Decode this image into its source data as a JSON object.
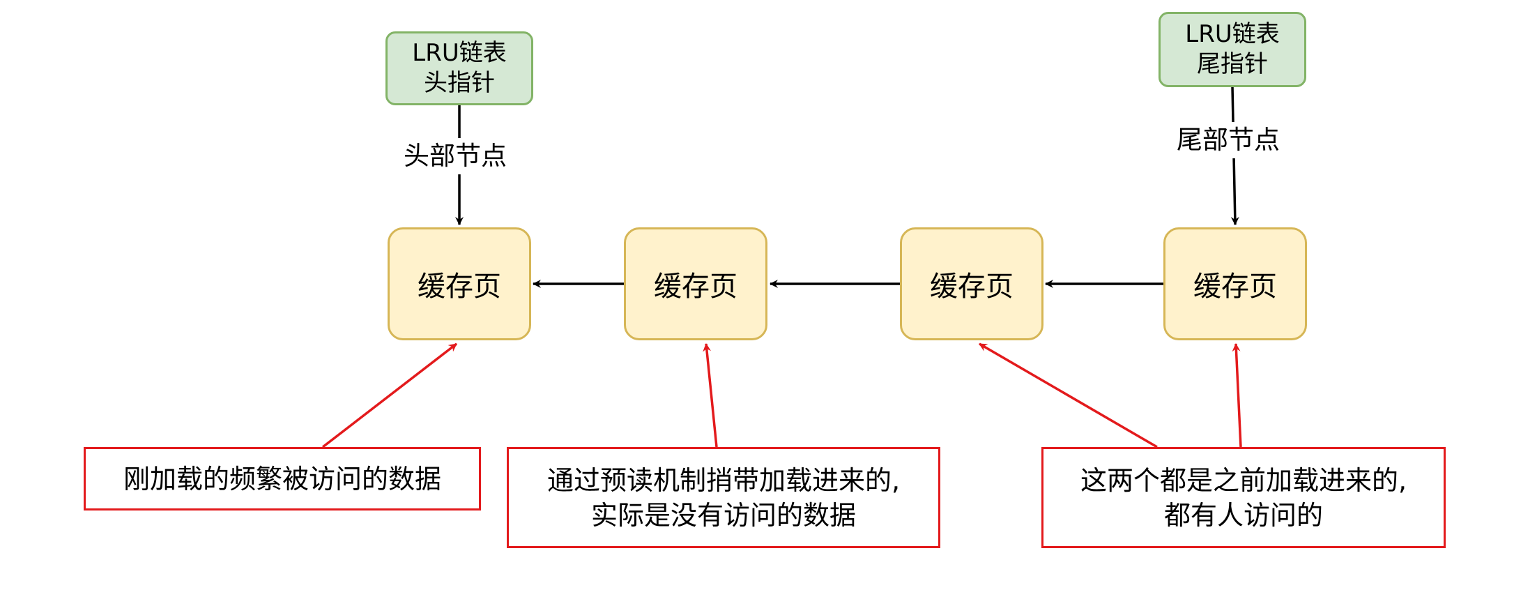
{
  "pointers": {
    "head": [
      "LRU链表",
      "头指针"
    ],
    "tail": [
      "LRU链表",
      "尾指针"
    ]
  },
  "edge_labels": {
    "head": "头部节点",
    "tail": "尾部节点"
  },
  "pages": [
    "缓存页",
    "缓存页",
    "缓存页",
    "缓存页"
  ],
  "notes": [
    [
      "刚加载的频繁被访问的数据"
    ],
    [
      "通过预读机制捎带加载进来的,",
      "实际是没有访问的数据"
    ],
    [
      "这两个都是之前加载进来的,",
      "都有人访问的"
    ]
  ],
  "colors": {
    "pointer_fill": "#d5e8d4",
    "pointer_stroke": "#82b366",
    "page_fill": "#fff2cc",
    "page_stroke": "#d6b656",
    "note_stroke": "#e31a1c",
    "link_arrow": "#000000",
    "note_arrow": "#e31a1c"
  }
}
